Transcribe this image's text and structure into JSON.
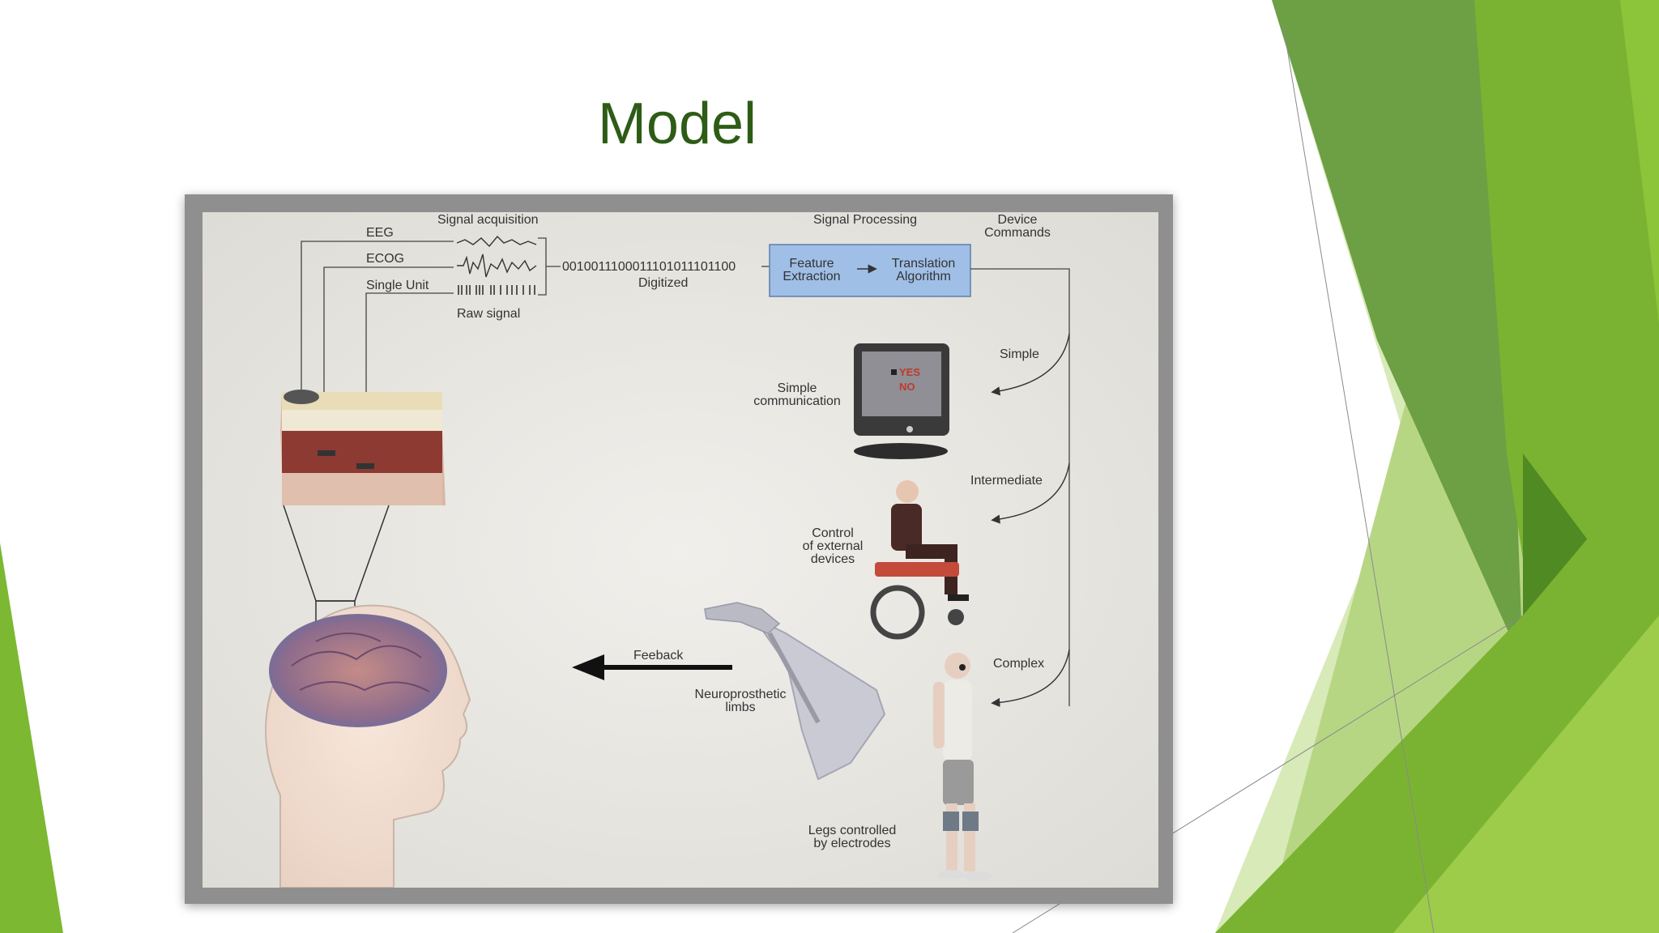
{
  "slide": {
    "title": "Model"
  },
  "diagram": {
    "signal_acquisition": "Signal acquisition",
    "eeg": "EEG",
    "ecog": "ECOG",
    "single_unit": "Single Unit",
    "raw_signal": "Raw signal",
    "binary": "0010011100011101011101100",
    "digitized": "Digitized",
    "signal_processing": "Signal Processing",
    "device_commands_1": "Device",
    "device_commands_2": "Commands",
    "feature_extraction_1": "Feature",
    "feature_extraction_2": "Extraction",
    "translation_algorithm_1": "Translation",
    "translation_algorithm_2": "Algorithm",
    "simple": "Simple",
    "simple_communication_1": "Simple",
    "simple_communication_2": "communication",
    "yes": "YES",
    "no": "NO",
    "intermediate": "Intermediate",
    "control_1": "Control",
    "control_2": "of external",
    "control_3": "devices",
    "complex": "Complex",
    "feedback": "Feeback",
    "neuroprosthetic_1": "Neuroprosthetic",
    "neuroprosthetic_2": "limbs",
    "legs_1": "Legs controlled",
    "legs_2": "by electrodes"
  },
  "colors": {
    "title": "#2e5c16",
    "green_dark": "#5a8f2e",
    "green_mid": "#76b52f",
    "green_light": "#c9e0a0",
    "processing_box": "#9fbfe6"
  }
}
